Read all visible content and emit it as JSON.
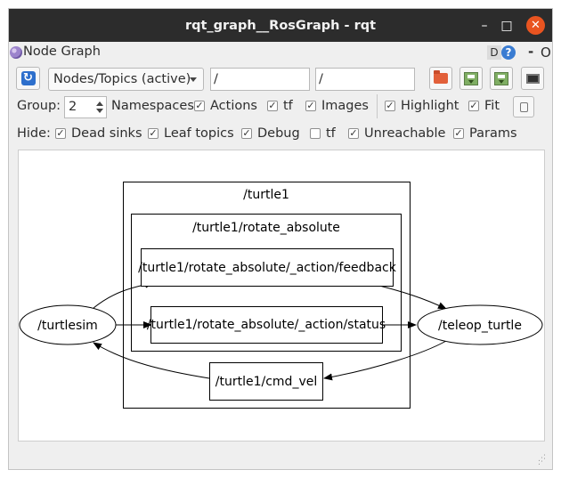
{
  "window": {
    "title": "rqt_graph__RosGraph - rqt",
    "min_label": "–",
    "max_label": "□",
    "close_label": "✕",
    "close_color": "#e95420"
  },
  "plugin": {
    "title": "Node Graph",
    "dock_label": "D",
    "help_label": "?",
    "minimize_label": "-",
    "close_label": "O"
  },
  "toolbar": {
    "refresh_icon": "refresh-icon",
    "graph_type": "Nodes/Topics (active)",
    "node_filter_value": "/",
    "topic_filter_value": "/",
    "buttons": [
      "open-folder-icon",
      "save-dot-icon",
      "save-image-icon",
      "screenshot-icon"
    ]
  },
  "options": {
    "group_label": "Group:",
    "group_value": "2",
    "namespaces_label": "Namespaces",
    "namespaces_checked": true,
    "actions_label": "Actions",
    "actions_checked": true,
    "tf_label": "tf",
    "tf_checked": true,
    "images_label": "Images",
    "images_checked": true,
    "highlight_label": "Highlight",
    "highlight_checked": true,
    "fit_label": "Fit",
    "fit_checked": true
  },
  "hide": {
    "hide_label": "Hide:",
    "dead_sinks_label": "Dead sinks",
    "dead_sinks_checked": true,
    "leaf_topics_label": "Leaf topics",
    "leaf_topics_checked": true,
    "debug_label": "Debug",
    "debug_checked": true,
    "tf_label": "tf",
    "tf_checked": false,
    "unreachable_label": "Unreachable",
    "unreachable_checked": true,
    "params_label": "Params",
    "params_checked": true
  },
  "graph": {
    "namespace_outer": "/turtle1",
    "namespace_inner": "/turtle1/rotate_absolute",
    "node_left": "/turtlesim",
    "node_right": "/teleop_turtle",
    "topic_feedback": "/turtle1/rotate_absolute/_action/feedback",
    "topic_status": "/turtle1/rotate_absolute/_action/status",
    "topic_cmd_vel": "/turtle1/cmd_vel"
  }
}
